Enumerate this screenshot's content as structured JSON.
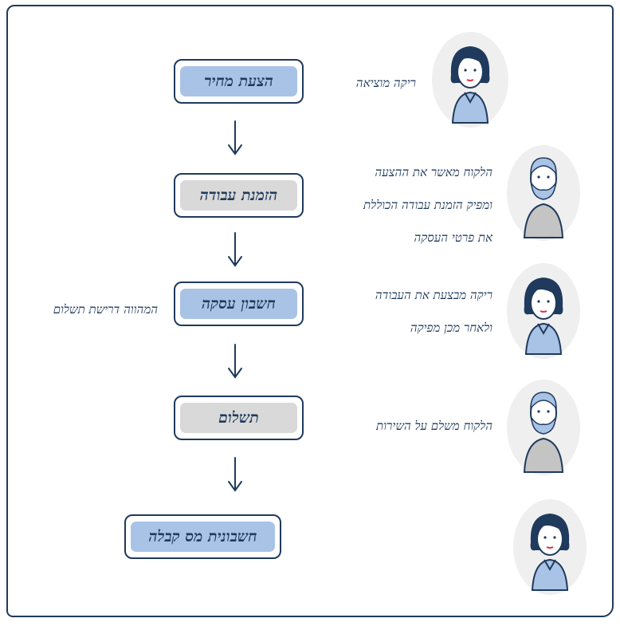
{
  "colors": {
    "ink": "#1f3a5c",
    "box_blue": "#a9c3e6",
    "box_gray": "#d9d9d9",
    "avatar_bg": "#efefef"
  },
  "steps": [
    {
      "label": "הצעת מחיר",
      "fill": "blue"
    },
    {
      "label": "הזמנת עבודה",
      "fill": "gray"
    },
    {
      "label": "חשבון עסקה",
      "fill": "blue"
    },
    {
      "label": "תשלום",
      "fill": "gray"
    },
    {
      "label": "חשבונית מס קבלה",
      "fill": "blue"
    }
  ],
  "notes": [
    {
      "lines": [
        "ריקה מוציאה"
      ]
    },
    {
      "lines": [
        "הלקוח מאשר את ההצעה",
        "ומפיק הזמנת עבודה הכוללת",
        "את פרטי העסקה"
      ]
    },
    {
      "lines": [
        "ריקה מבצעת את העבודה",
        "ולאחר מכן מפיקה"
      ]
    },
    {
      "lines": [
        "הלקוח משלם על השירות"
      ]
    }
  ],
  "side_note": "המהווה דרישת תשלום",
  "avatars": [
    {
      "type": "woman-icon"
    },
    {
      "type": "man-icon"
    },
    {
      "type": "woman-icon"
    },
    {
      "type": "man-icon"
    },
    {
      "type": "woman-icon"
    }
  ]
}
